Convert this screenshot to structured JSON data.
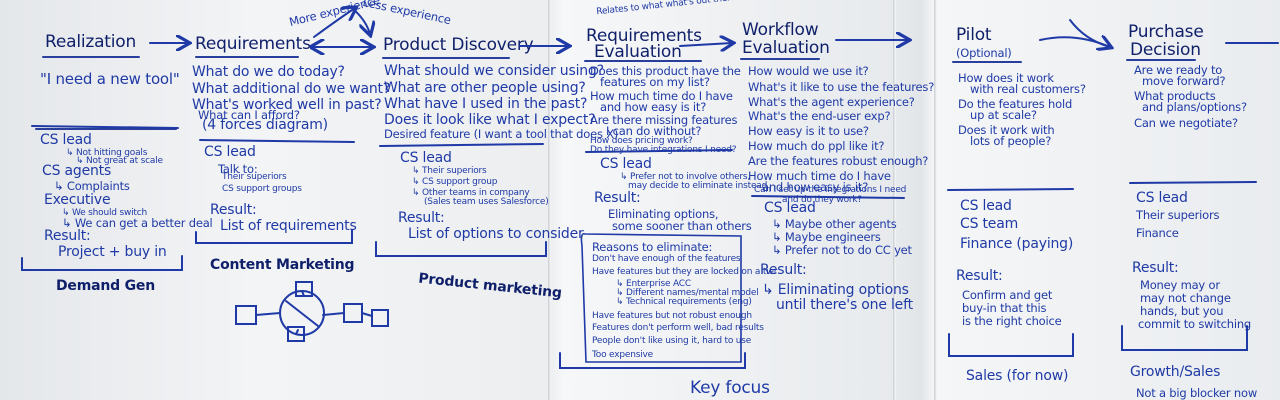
{
  "header": {
    "more_experience": "More experience",
    "less_experience": "Less experience",
    "relates_note": "Relates to what what's out there"
  },
  "stages": {
    "realization": {
      "title": "Realization",
      "quote": "\"I need a new tool\"",
      "roles": [
        "CS lead",
        "↳ Not hitting goals",
        "↳ Not great at scale",
        "CS agents",
        "↳ Complaints",
        "Executive",
        "↳ We should switch",
        "↳ We can get a better deal"
      ],
      "result_label": "Result:",
      "result": "Project + buy in",
      "owner": "Demand Gen"
    },
    "requirements": {
      "title": "Requirements",
      "questions": [
        "What do we do today?",
        "What additional do we want?",
        "What's worked well in past?",
        "What can I afford?",
        "(4 forces diagram)"
      ],
      "role": "CS lead",
      "talk_to": "Talk to:",
      "talk_items": [
        "Their superiors",
        "CS support groups"
      ],
      "result_label": "Result:",
      "result": "List of requirements",
      "owner": "Content Marketing"
    },
    "product_discovery": {
      "title": "Product Discovery",
      "questions": [
        "What should we consider using?",
        "What are other people using?",
        "What have I used in the past?",
        "Does it look like what I expect?",
        "Desired feature (I want a tool that does X)"
      ],
      "role": "CS lead",
      "role_items": [
        "↳ Their superiors",
        "↳ CS support group",
        "↳ Other teams in company",
        "(Sales team uses Salesforce)"
      ],
      "result_label": "Result:",
      "result": "List of options to consider",
      "owner": "Product marketing"
    },
    "requirements_evaluation": {
      "title_line1": "Requirements",
      "title_line2": "Evaluation",
      "questions": [
        "Does this product have the",
        "features on my list?",
        "How much time do I have",
        "and how easy is it?",
        "Are there missing features",
        "I can do without?",
        "How does pricing work?",
        "Do they have integrations I need?"
      ],
      "role": "CS lead",
      "role_items": [
        "↳ Prefer not to involve others,",
        "may decide to eliminate instead"
      ],
      "result_label": "Result:",
      "result_line1": "Eliminating options,",
      "result_line2": "some sooner than others",
      "reasons_title": "Reasons to eliminate:",
      "reasons": [
        "Don't have enough of the features",
        "Have features but they are locked on a tier",
        "↳ Enterprise ACC",
        "↳ Different names/mental model",
        "↳ Technical requirements (eng)",
        "Have features but not robust enough",
        "Features don't perform well, bad results",
        "People don't like using it, hard to use",
        "Too expensive"
      ],
      "focus": "Key focus"
    },
    "workflow_evaluation": {
      "title_line1": "Workflow",
      "title_line2": "Evaluation",
      "questions": [
        "How would we use it?",
        "What's it like to use the features?",
        "What's the agent experience?",
        "What's the end-user exp?",
        "How easy is it to use?",
        "How much do ppl like it?",
        "Are the features robust enough?",
        "How much time do I have",
        "and how easy is it?",
        "Can I set up the integrations I need",
        "and do they work?"
      ],
      "role": "CS lead",
      "role_items": [
        "↳ Maybe other agents",
        "↳ Maybe engineers",
        "↳ Prefer not to do CC yet"
      ],
      "result_label": "Result:",
      "result_line1": "↳ Eliminating options",
      "result_line2": "until there's one left"
    },
    "pilot": {
      "title": "Pilot",
      "subtitle": "(Optional)",
      "questions": [
        "How does it work",
        "with real customers?",
        "Do the features hold",
        "up at scale?",
        "Does it work with",
        "lots of people?"
      ],
      "roles": [
        "CS lead",
        "CS team",
        "Finance (paying)"
      ],
      "result_label": "Result:",
      "result_lines": [
        "Confirm and get",
        "buy-in that this",
        "is the right choice"
      ],
      "owner": "Sales (for now)"
    },
    "purchase_decision": {
      "title_line1": "Purchase",
      "title_line2": "Decision",
      "questions": [
        "Are we ready to",
        "move forward?",
        "What products",
        "and plans/options?",
        "Can we negotiate?"
      ],
      "roles": [
        "CS lead",
        "Their superiors",
        "Finance"
      ],
      "result_label": "Result:",
      "result_lines": [
        "Money may or",
        "may not change",
        "hands, but you",
        "commit to switching"
      ],
      "owner": "Growth/Sales",
      "footer": "Not a big blocker now"
    }
  }
}
